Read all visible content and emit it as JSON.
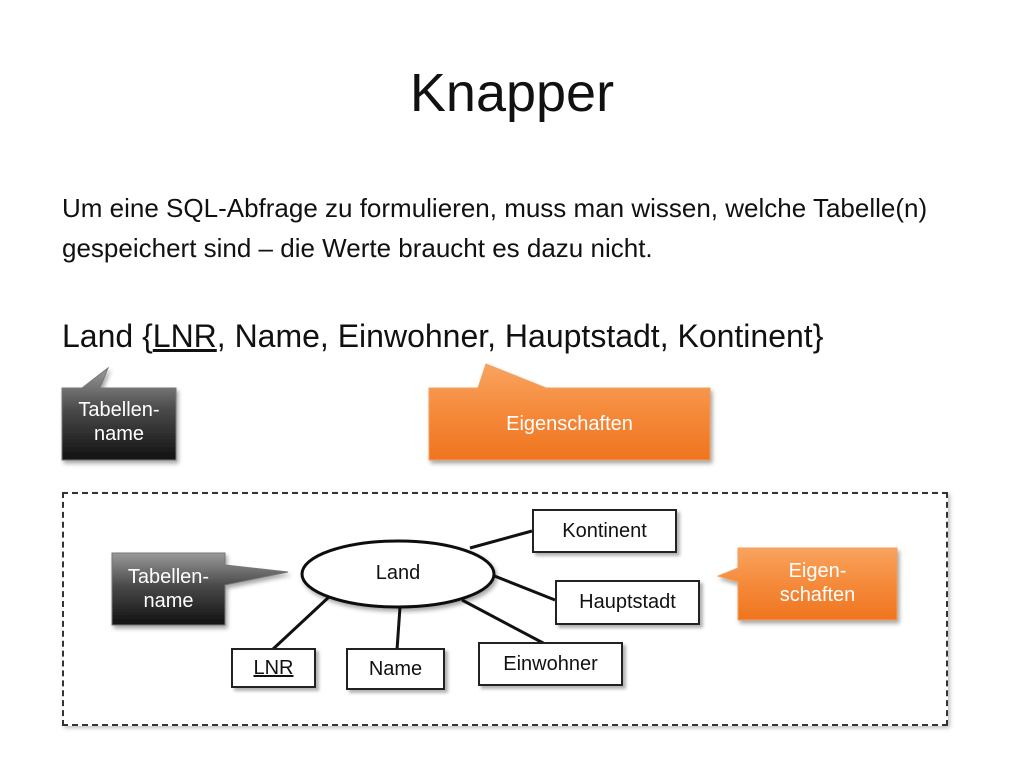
{
  "slide": {
    "title": "Knapper",
    "paragraph": "Um eine SQL-Abfrage zu formulieren, muss man wissen, welche Tabelle(n) gespeichert sind – die Werte braucht es dazu nicht.",
    "schema": {
      "prefix": "Land {",
      "key": "LNR",
      "rest": ", Name, Einwohner, Hauptstadt, Kontinent}"
    }
  },
  "callouts": {
    "table_name_top": {
      "line1": "Tabellen-",
      "line2": "name"
    },
    "properties_top": "Eigenschaften",
    "table_name_bottom": {
      "line1": "Tabellen-",
      "line2": "name"
    },
    "properties_bottom": {
      "line1": "Eigen-",
      "line2": "schaften"
    }
  },
  "er_diagram": {
    "entity": "Land",
    "attributes": {
      "kontinent": "Kontinent",
      "hauptstadt": "Hauptstadt",
      "einwohner": "Einwohner",
      "name": "Name",
      "lnr": "LNR"
    }
  },
  "colors": {
    "callout_dark": "#3a3a3a",
    "callout_orange": "#f58a3a"
  }
}
